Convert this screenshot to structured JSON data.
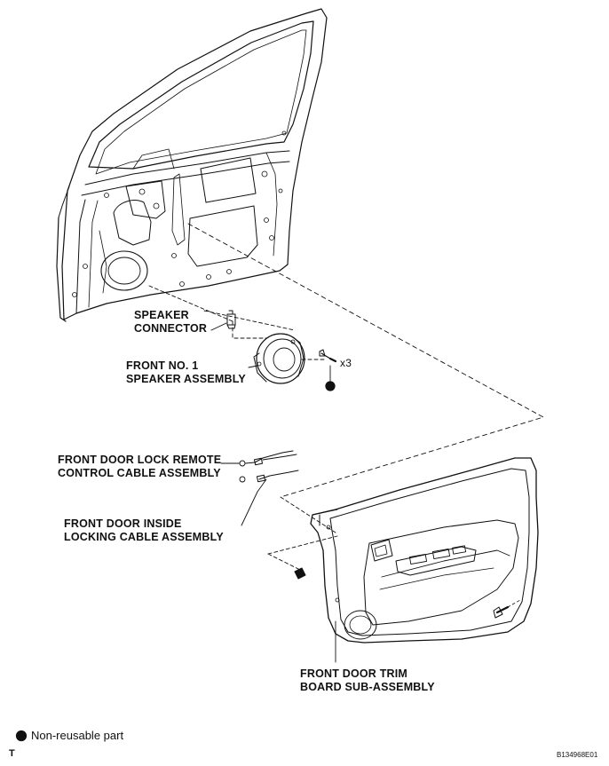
{
  "labels": {
    "speaker_connector": [
      "SPEAKER",
      "CONNECTOR"
    ],
    "speaker_assembly": [
      "FRONT NO. 1",
      "SPEAKER ASSEMBLY"
    ],
    "screw_count": "x3",
    "lock_remote_cable": [
      "FRONT DOOR LOCK REMOTE",
      "CONTROL CABLE ASSEMBLY"
    ],
    "inside_locking_cable": [
      "FRONT DOOR INSIDE",
      "LOCKING CABLE ASSEMBLY"
    ],
    "trim_board": [
      "FRONT DOOR TRIM",
      "BOARD SUB-ASSEMBLY"
    ]
  },
  "legend": {
    "non_reusable": "Non-reusable part"
  },
  "footer": {
    "corner_mark": "T",
    "figure_id": "B134968E01"
  }
}
